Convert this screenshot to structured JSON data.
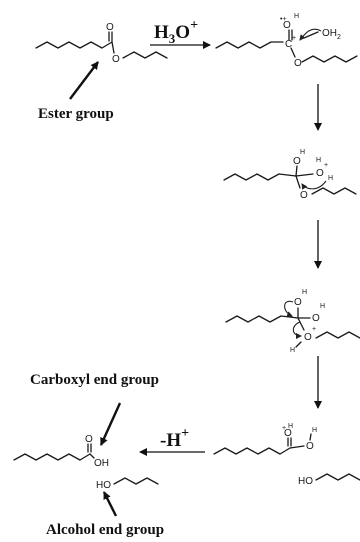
{
  "labels": {
    "ester_group": "Ester group",
    "carboxyl_end_group": "Carboxyl end group",
    "alcohol_end_group": "Alcohol end group"
  },
  "reagents": {
    "acid_main": "H",
    "acid_sub": "3",
    "acid_o": "O",
    "acid_sup": "+",
    "deprot_main": "-H",
    "deprot_sup": "+"
  },
  "atoms": {
    "o": "O",
    "oh": "OH",
    "oh2": "OH",
    "oh2_sub": "2",
    "ho": "HO",
    "h": "H",
    "c": "C",
    "plus": "+",
    "plus_dot": "•+"
  }
}
